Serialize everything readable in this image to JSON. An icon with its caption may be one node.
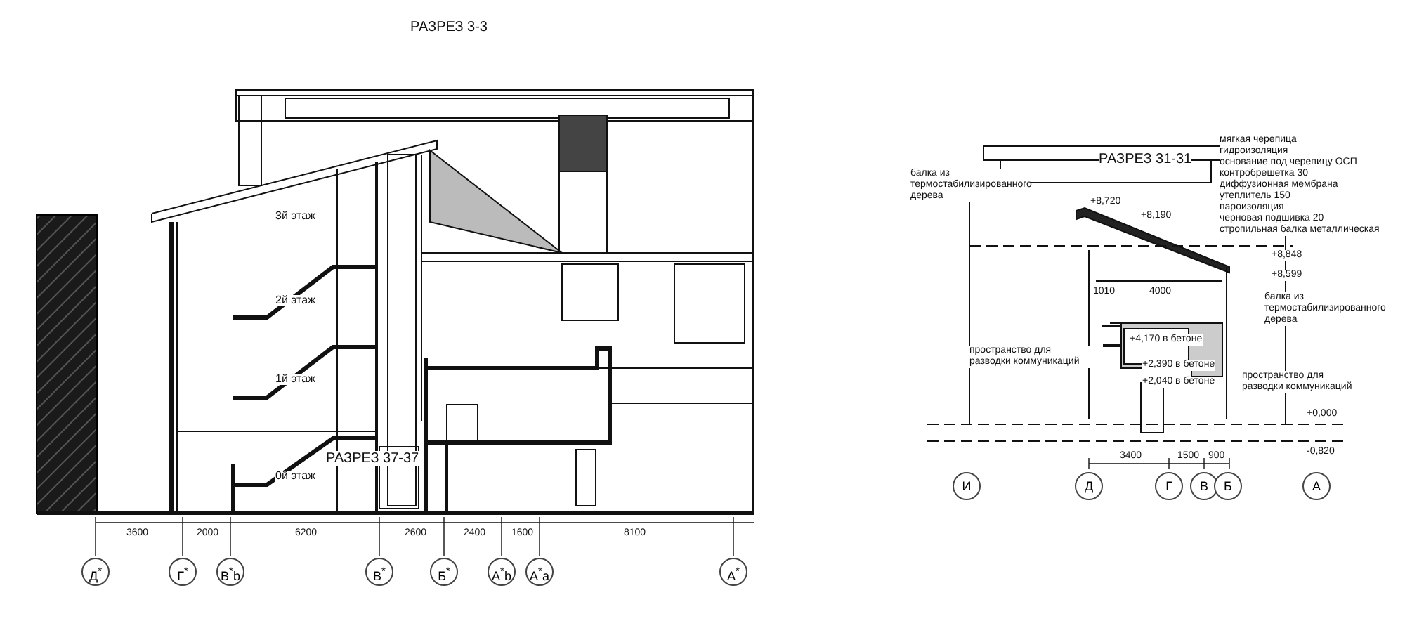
{
  "diagram": {
    "nodes": [
      {
        "text": [
          "Д$^{*}$"
        ]
      },
      {
        "text": [
          "Г$^{*}$"
        ]
      },
      {
        "text": [
          "В$^{*}$b"
        ]
      },
      {
        "text": [
          "В$^{*}$"
        ]
      },
      {
        "text": [
          "Б$^{*}$"
        ]
      },
      {
        "text": [
          "А$^{*}$b"
        ]
      },
      {
        "text": [
          "А$^{*}$a"
        ]
      },
      {
        "text": [
          "А$^{*}$"
        ]
      },
      {
        "text": [
          "И"
        ]
      },
      {
        "text": [
          "Д"
        ]
      },
      {
        "text": [
          "Г"
        ]
      },
      {
        "text": [
          "В"
        ]
      },
      {
        "text": [
          "Б"
        ]
      },
      {
        "text": [
          "А"
        ]
      }
    ],
    "labels": [
      "РАЗРЕЗ 3-3",
      "3й этаж",
      "2й этаж",
      "1й этаж",
      "0й этаж",
      "РАЗРЕЗ 37-37",
      "3600",
      "2000",
      "6200",
      "2600",
      "2400",
      "1600",
      "8100",
      "РАЗРЕЗ 31-31",
      "+8,720",
      "+8,190",
      "+8,848",
      "+8,599",
      "1010",
      "4000",
      "+4,170 в бетоне",
      "+2,390 в бетоне",
      "+2,040 в бетоне",
      "пространство для разводки коммуникаций",
      "пространство для разводки коммуникаций",
      "балка из термостабилизированного дерева",
      "балка из термостабилизированного дерева",
      "+0,000",
      "-0,820",
      "3400",
      "1500",
      "900",
      "мягкая черепица",
      "гидроизоляция",
      "основание под черепицу ОСП",
      "контробрешетка 30",
      "диффузионная мембрана",
      "утеплитель 150",
      "пароизоляция",
      "черновая подшивка 20",
      "стропильная балка металлическая"
    ]
  }
}
